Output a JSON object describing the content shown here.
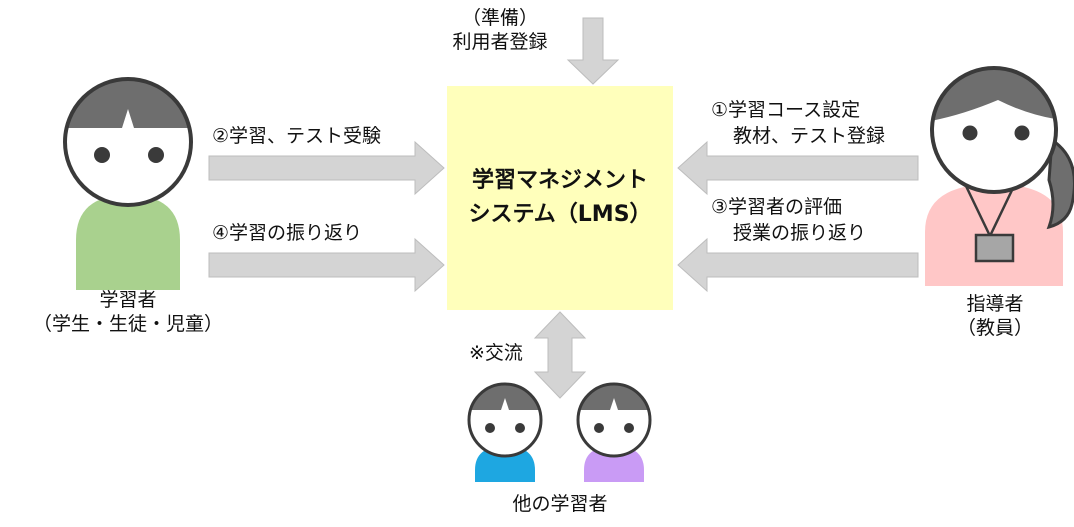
{
  "lms": {
    "line1": "学習マネジメント",
    "line2": "システム（LMS）"
  },
  "prep": {
    "line1": "（準備）",
    "line2": "利用者登録"
  },
  "learner_flow": {
    "study_test": "②学習、テスト受験",
    "reflection": "④学習の振り返り"
  },
  "teacher_flow": {
    "course_line1": "①学習コース設定",
    "course_line2": "教材、テスト登録",
    "eval_line1": "③学習者の評価",
    "eval_line2": "授業の振り返り"
  },
  "learner": {
    "line1": "学習者",
    "line2": "（学生・生徒・児童）"
  },
  "teacher": {
    "line1": "指導者",
    "line2": "（教員）"
  },
  "exchange": "※交流",
  "others": "他の学習者",
  "colors": {
    "lms_box": "#FFFFBB",
    "arrow": "#D4D4D4",
    "arrow_stroke": "#BDBDBD",
    "hair": "#6E6E6E",
    "outline": "#3A3A3A",
    "learner_body": "#A9D18E",
    "teacher_body": "#FFC7C7",
    "badge": "#A6A6A6",
    "other1_body": "#1EA7E1",
    "other2_body": "#C99BF5"
  }
}
